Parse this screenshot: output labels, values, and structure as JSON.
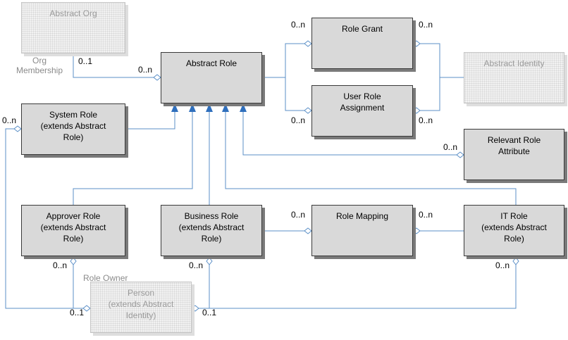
{
  "boxes": {
    "abstract_org": "Abstract Org",
    "abstract_role": "Abstract Role",
    "role_grant": "Role Grant",
    "user_role_assignment": "User Role\nAssignment",
    "abstract_identity": "Abstract Identity",
    "system_role": "System Role\n(extends Abstract\nRole)",
    "relevant_role_attribute": "Relevant Role\nAttribute",
    "approver_role": "Approver Role\n(extends Abstract\nRole)",
    "business_role": "Business Role\n(extends Abstract\nRole)",
    "role_mapping": "Role Mapping",
    "it_role": "IT Role\n(extends Abstract\nRole)",
    "person": "Person\n(extends Abstract\nIdentity)"
  },
  "labels": {
    "org_membership": "Org\nMembership",
    "role_owner": "Role Owner",
    "org_mult": "0..1",
    "abstract_role_org_mult": "0..n",
    "role_grant_left_mult": "0..n",
    "role_grant_right_mult": "0..n",
    "ura_left_mult": "0..n",
    "ura_right_mult": "0..n",
    "system_role_mult": "0..n",
    "relevant_attr_mult": "0..n",
    "role_mapping_left_mult": "0..n",
    "role_mapping_right_mult": "0..n",
    "approver_mult": "0..n",
    "business_mult": "0..n",
    "it_role_mult": "0..n",
    "person_left_mult": "0..1",
    "person_right_mult": "0..1"
  },
  "colors": {
    "connector": "#5b8fc7",
    "arrowhead": "#2f6fbd",
    "box_fill": "#d9d9d9",
    "box_shadow": "#7a7a7a",
    "ghost_text": "#9a9a9a"
  }
}
